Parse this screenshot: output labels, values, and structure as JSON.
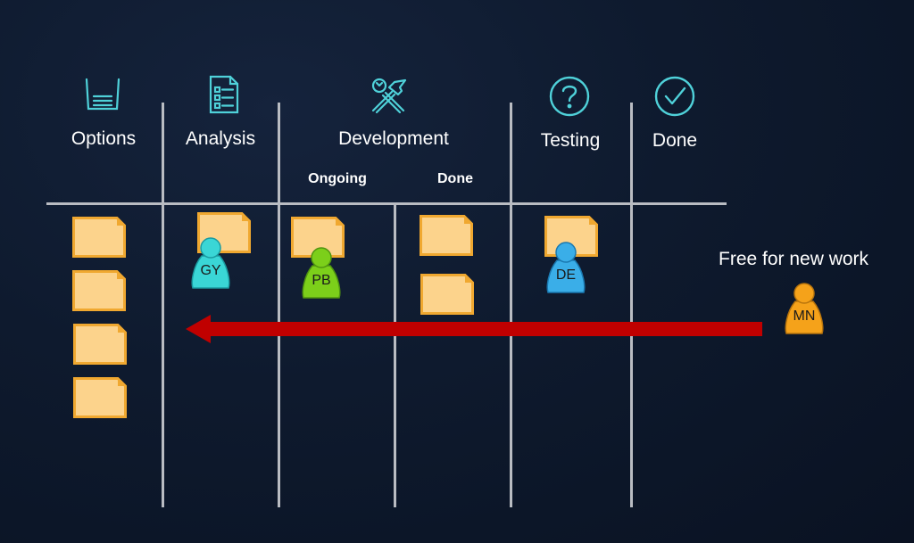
{
  "columns": {
    "options": {
      "title": "Options",
      "icon": "bucket-icon"
    },
    "analysis": {
      "title": "Analysis",
      "icon": "checklist-icon"
    },
    "development": {
      "title": "Development",
      "icon": "tools-icon",
      "sub": {
        "ongoing": "Ongoing",
        "done": "Done"
      }
    },
    "testing": {
      "title": "Testing",
      "icon": "question-circle-icon"
    },
    "done": {
      "title": "Done",
      "icon": "check-circle-icon"
    }
  },
  "workers": {
    "gy": {
      "initials": "GY",
      "color": "#3ad6d6"
    },
    "pb": {
      "initials": "PB",
      "color": "#7ccf1a"
    },
    "de": {
      "initials": "DE",
      "color": "#3aaee8"
    },
    "mn": {
      "initials": "MN",
      "color": "#f5a21a"
    }
  },
  "free_label": "Free for new work",
  "colors": {
    "accent": "#4fd1d9",
    "card_fill": "#fcd38c",
    "card_border": "#f0a830",
    "arrow": "#c00000",
    "lines": "#b9bcc2"
  }
}
